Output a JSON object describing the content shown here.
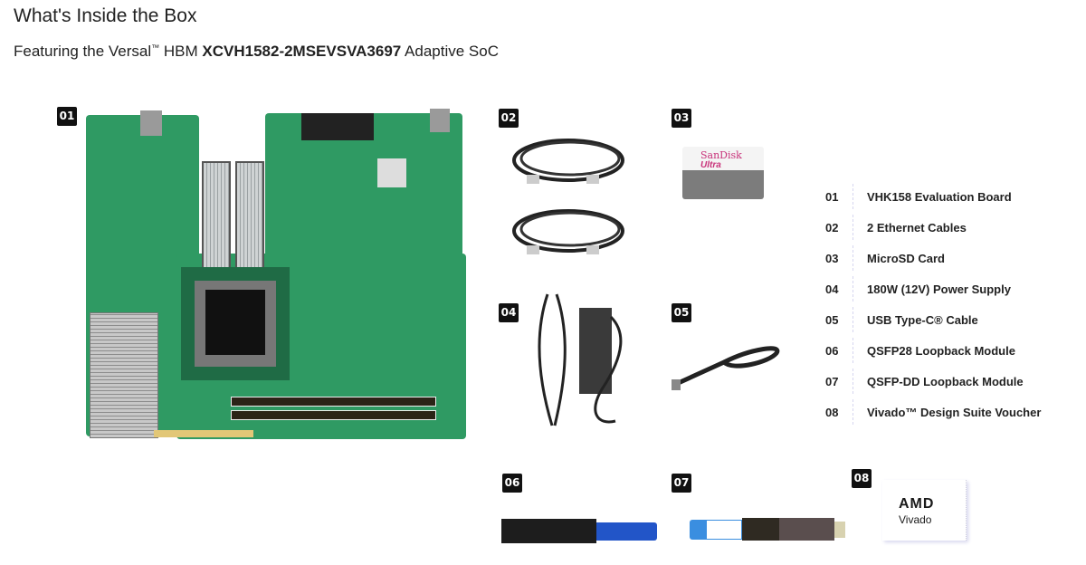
{
  "header": {
    "title": "What's Inside the Box",
    "subtitle_prefix": "Featuring the Versal",
    "subtitle_tm": "™",
    "subtitle_mid": " HBM ",
    "subtitle_part": "XCVH1582-2MSEVSVA3697",
    "subtitle_suffix": " Adaptive SoC"
  },
  "badges": {
    "b01": "01",
    "b02": "02",
    "b03": "03",
    "b04": "04",
    "b05": "05",
    "b06": "06",
    "b07": "07",
    "b08": "08"
  },
  "microsd": {
    "brand": "SanDisk",
    "line": "Ultra"
  },
  "vivado_card": {
    "brand": "AMD",
    "product": "Vivado"
  },
  "contents": [
    {
      "num": "01",
      "label": "VHK158 Evaluation Board"
    },
    {
      "num": "02",
      "label": "2 Ethernet Cables"
    },
    {
      "num": "03",
      "label": "MicroSD Card"
    },
    {
      "num": "04",
      "label": "180W (12V) Power Supply"
    },
    {
      "num": "05",
      "label": "USB Type-C® Cable"
    },
    {
      "num": "06",
      "label": "QSFP28 Loopback Module"
    },
    {
      "num": "07",
      "label": "QSFP-DD Loopback Module"
    },
    {
      "num": "08",
      "label": "Vivado™ Design Suite Voucher"
    }
  ],
  "colors": {
    "badge_bg": "#111111",
    "pcb_green": "#2f9a63",
    "qsfp28_tab": "#2255c8",
    "qsfpdd_tab": "#3a8ee0",
    "sandisk_pink": "#c8327a"
  }
}
